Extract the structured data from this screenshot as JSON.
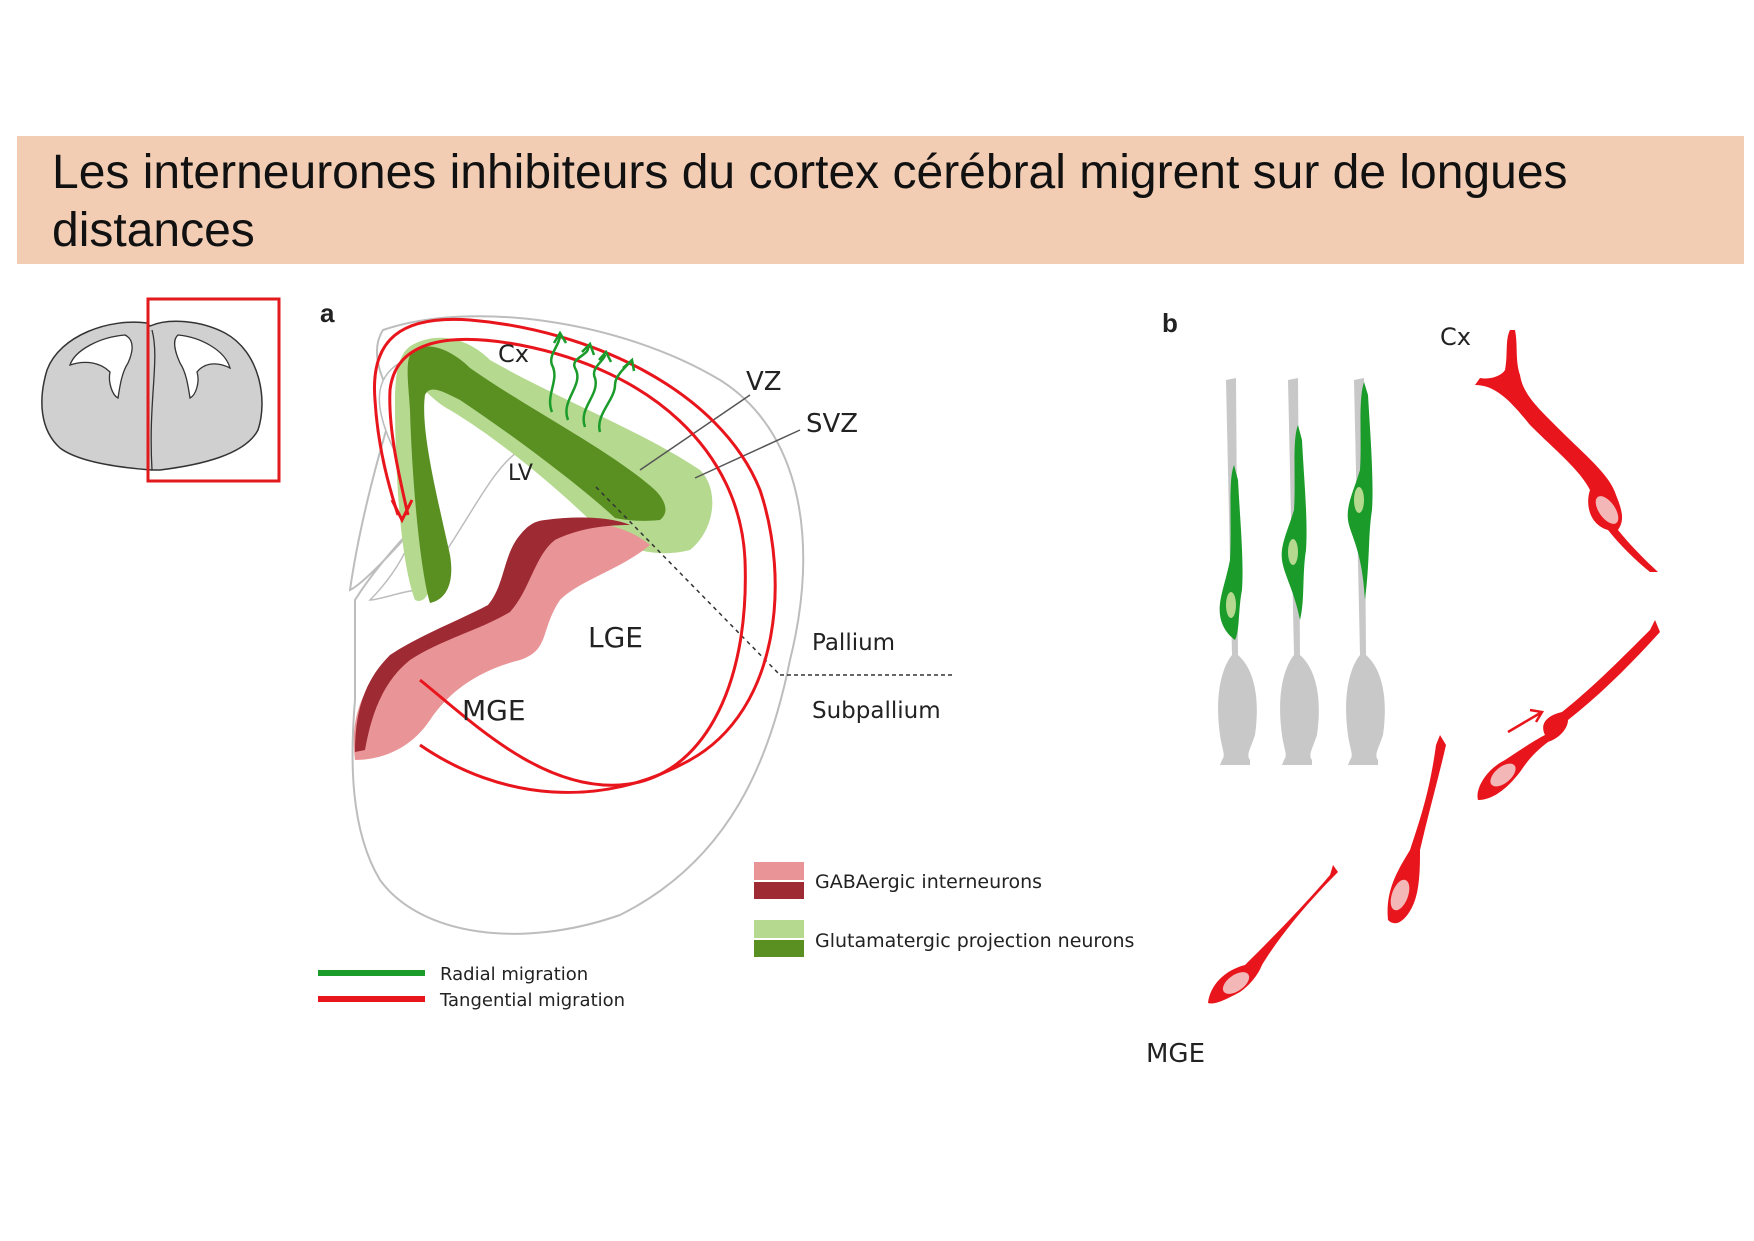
{
  "title": "Les interneurones inhibiteurs du cortex cérébral migrent sur de longues distances",
  "panel_a": {
    "letter": "a",
    "regions": {
      "cx": "Cx",
      "vz": "VZ",
      "svz": "SVZ",
      "lv": "LV",
      "lge": "LGE",
      "mge": "MGE",
      "pallium": "Pallium",
      "subpallium": "Subpallium"
    },
    "legend": {
      "gaba": "GABAergic interneurons",
      "glut": "Glutamatergic projection neurons",
      "radial": "Radial migration",
      "tangential": "Tangential migration"
    }
  },
  "panel_b": {
    "letter": "b",
    "cx": "Cx",
    "mge": "MGE"
  },
  "colors": {
    "banner": "#f2cdb4",
    "highlight": "#e31a1c",
    "green_light": "#b5d98f",
    "green_dark": "#5a8f22",
    "red_light": "#e99598",
    "red_dark": "#9e2a33",
    "migration_red": "#e8161c",
    "migration_green": "#1a9b2a"
  }
}
